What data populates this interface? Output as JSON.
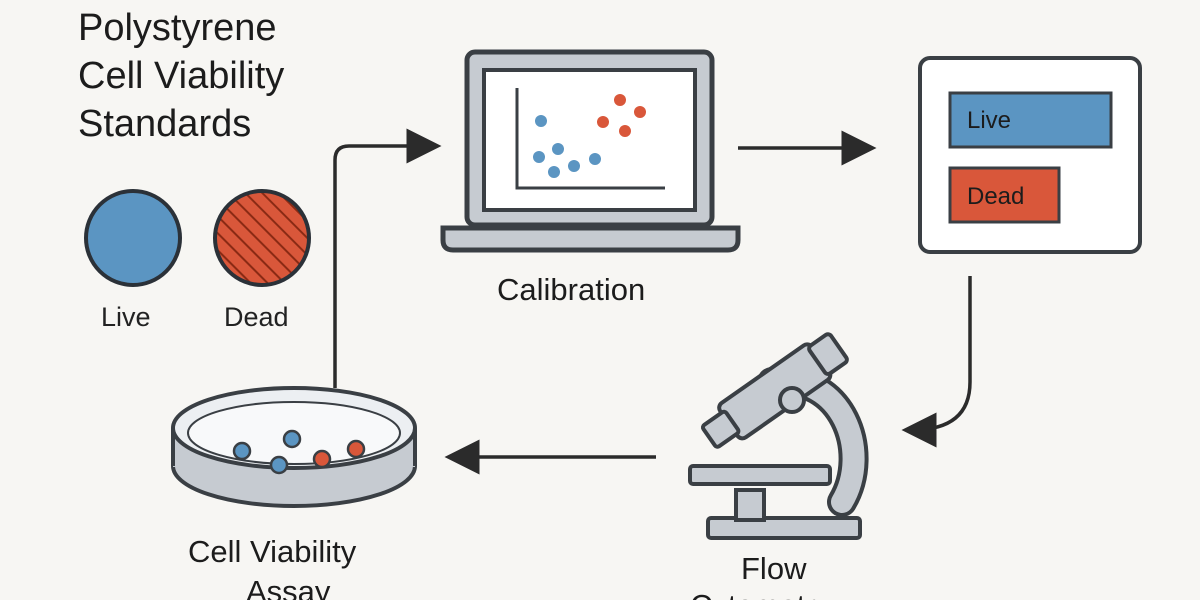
{
  "title_lines": [
    "Polystyrene",
    "Cell Viability",
    "Standards"
  ],
  "legend": {
    "live": {
      "label": "Live",
      "color": "#5b95c2"
    },
    "dead": {
      "label": "Dead",
      "color": "#d9573a"
    }
  },
  "steps": {
    "calibration": "Calibration",
    "flow": "Flow",
    "flow_cont": "Cytometry",
    "assay": "Cell Viability",
    "assay_cont": "Assay"
  },
  "result_panel": {
    "live_label": "Live",
    "dead_label": "Dead"
  },
  "colors": {
    "outline": "#3a3f44",
    "device_fill": "#c6cbd1",
    "background": "#f7f6f3"
  }
}
